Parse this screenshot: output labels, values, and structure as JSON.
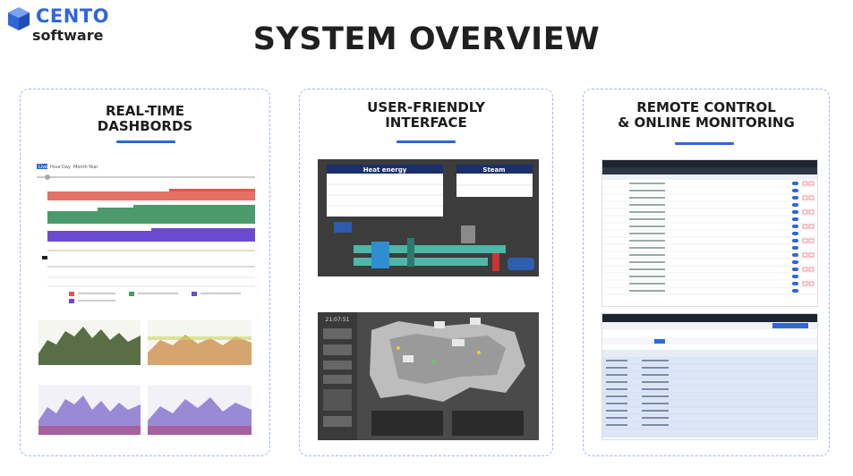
{
  "logo": {
    "line1": "CENTO",
    "line2": "software"
  },
  "page_title": "SYSTEM OVERVIEW",
  "cards": [
    {
      "title_lines": [
        "REAL-TIME",
        "DASHBORDS"
      ]
    },
    {
      "title_lines": [
        "USER-FRIENDLY",
        "INTERFACE"
      ]
    },
    {
      "title_lines": [
        "REMOTE CONTROL",
        "& ONLINE MONITORING"
      ]
    }
  ],
  "hmi": {
    "heat_energy_title": "Heat energy",
    "steam_title": "Steam",
    "clock": "21:07:51"
  },
  "dashboard": {
    "tabs": [
      "Live",
      "Hour",
      "Day",
      "Month",
      "Year"
    ]
  },
  "colors": {
    "accent": "#2f67d8",
    "card_border": "#9fb6f0",
    "bar_red": "#e0574a",
    "bar_green": "#4a9a6a",
    "bar_purple": "#6a4bd0",
    "header_navy": "#1a2f6b"
  }
}
